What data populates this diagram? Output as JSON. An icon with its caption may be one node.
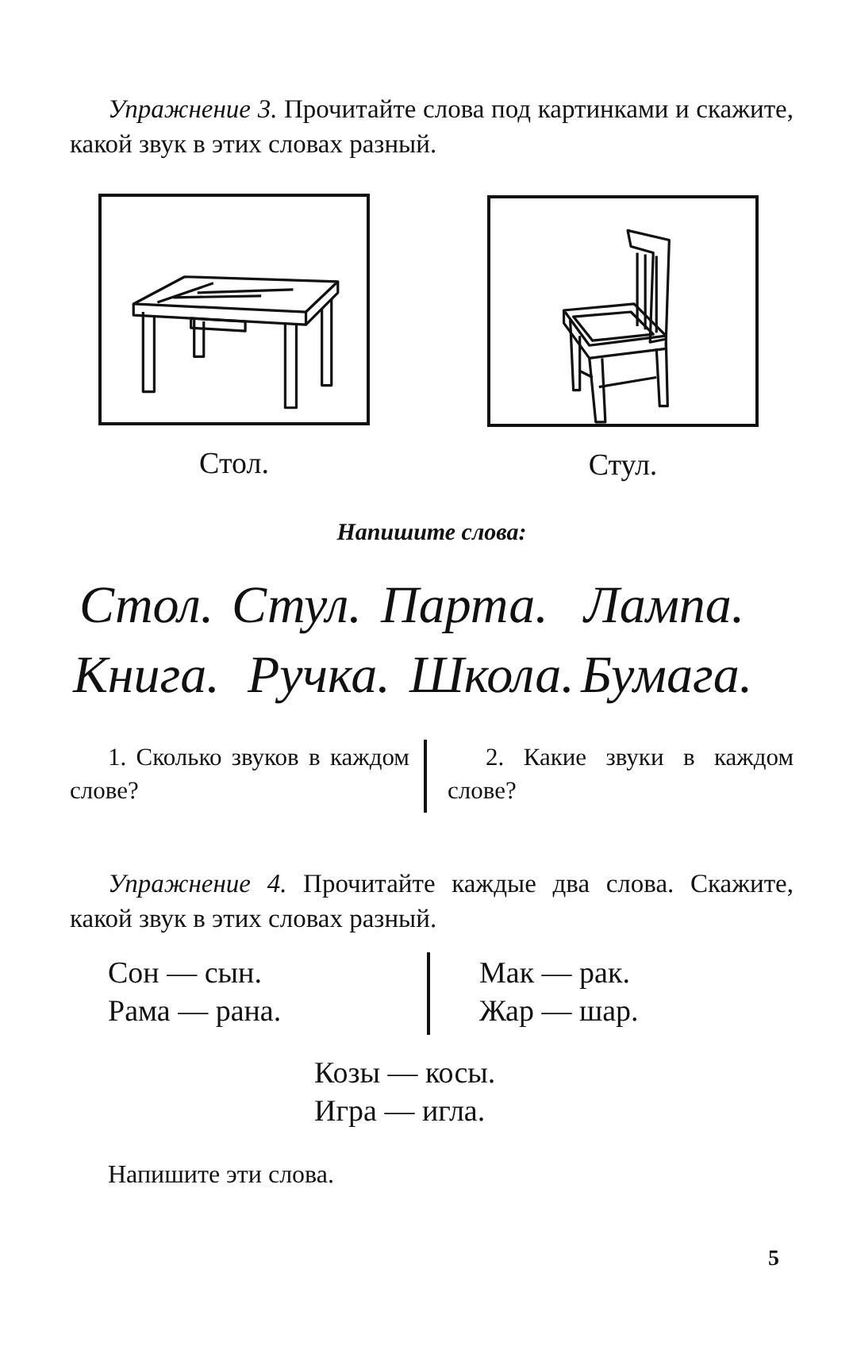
{
  "diagram": {
    "nodes": [
      {
        "text": [],
        "shape": "picture",
        "beside": [
          "Стол."
        ]
      },
      {
        "text": [],
        "shape": "picture",
        "beside": [
          "Стул."
        ]
      }
    ],
    "labels": [
      "*Упражнение 3.* Прочитайте слова под картинками и скажите, какой звук в этих словах разный.",
      "Напишите слова:",
      "Стол.",
      "Стул.",
      "Парта.",
      "Лампа.",
      "Книга.",
      "Ручка.",
      "Школа.",
      "Бумага.",
      "1. Сколько звуков в каждом слове?",
      "2. Какие звуки в каждом слове?",
      "*Упражнение 4.* Прочитайте каждые два слова. Скажите, какой звук в этих словах разный.",
      "Сон — сын.",
      "Рама — рана.",
      "Мак — рак.",
      "Жар — шар.",
      "Козы — косы.",
      "Игра — игла.",
      "Напишите эти слова.",
      "5"
    ]
  }
}
